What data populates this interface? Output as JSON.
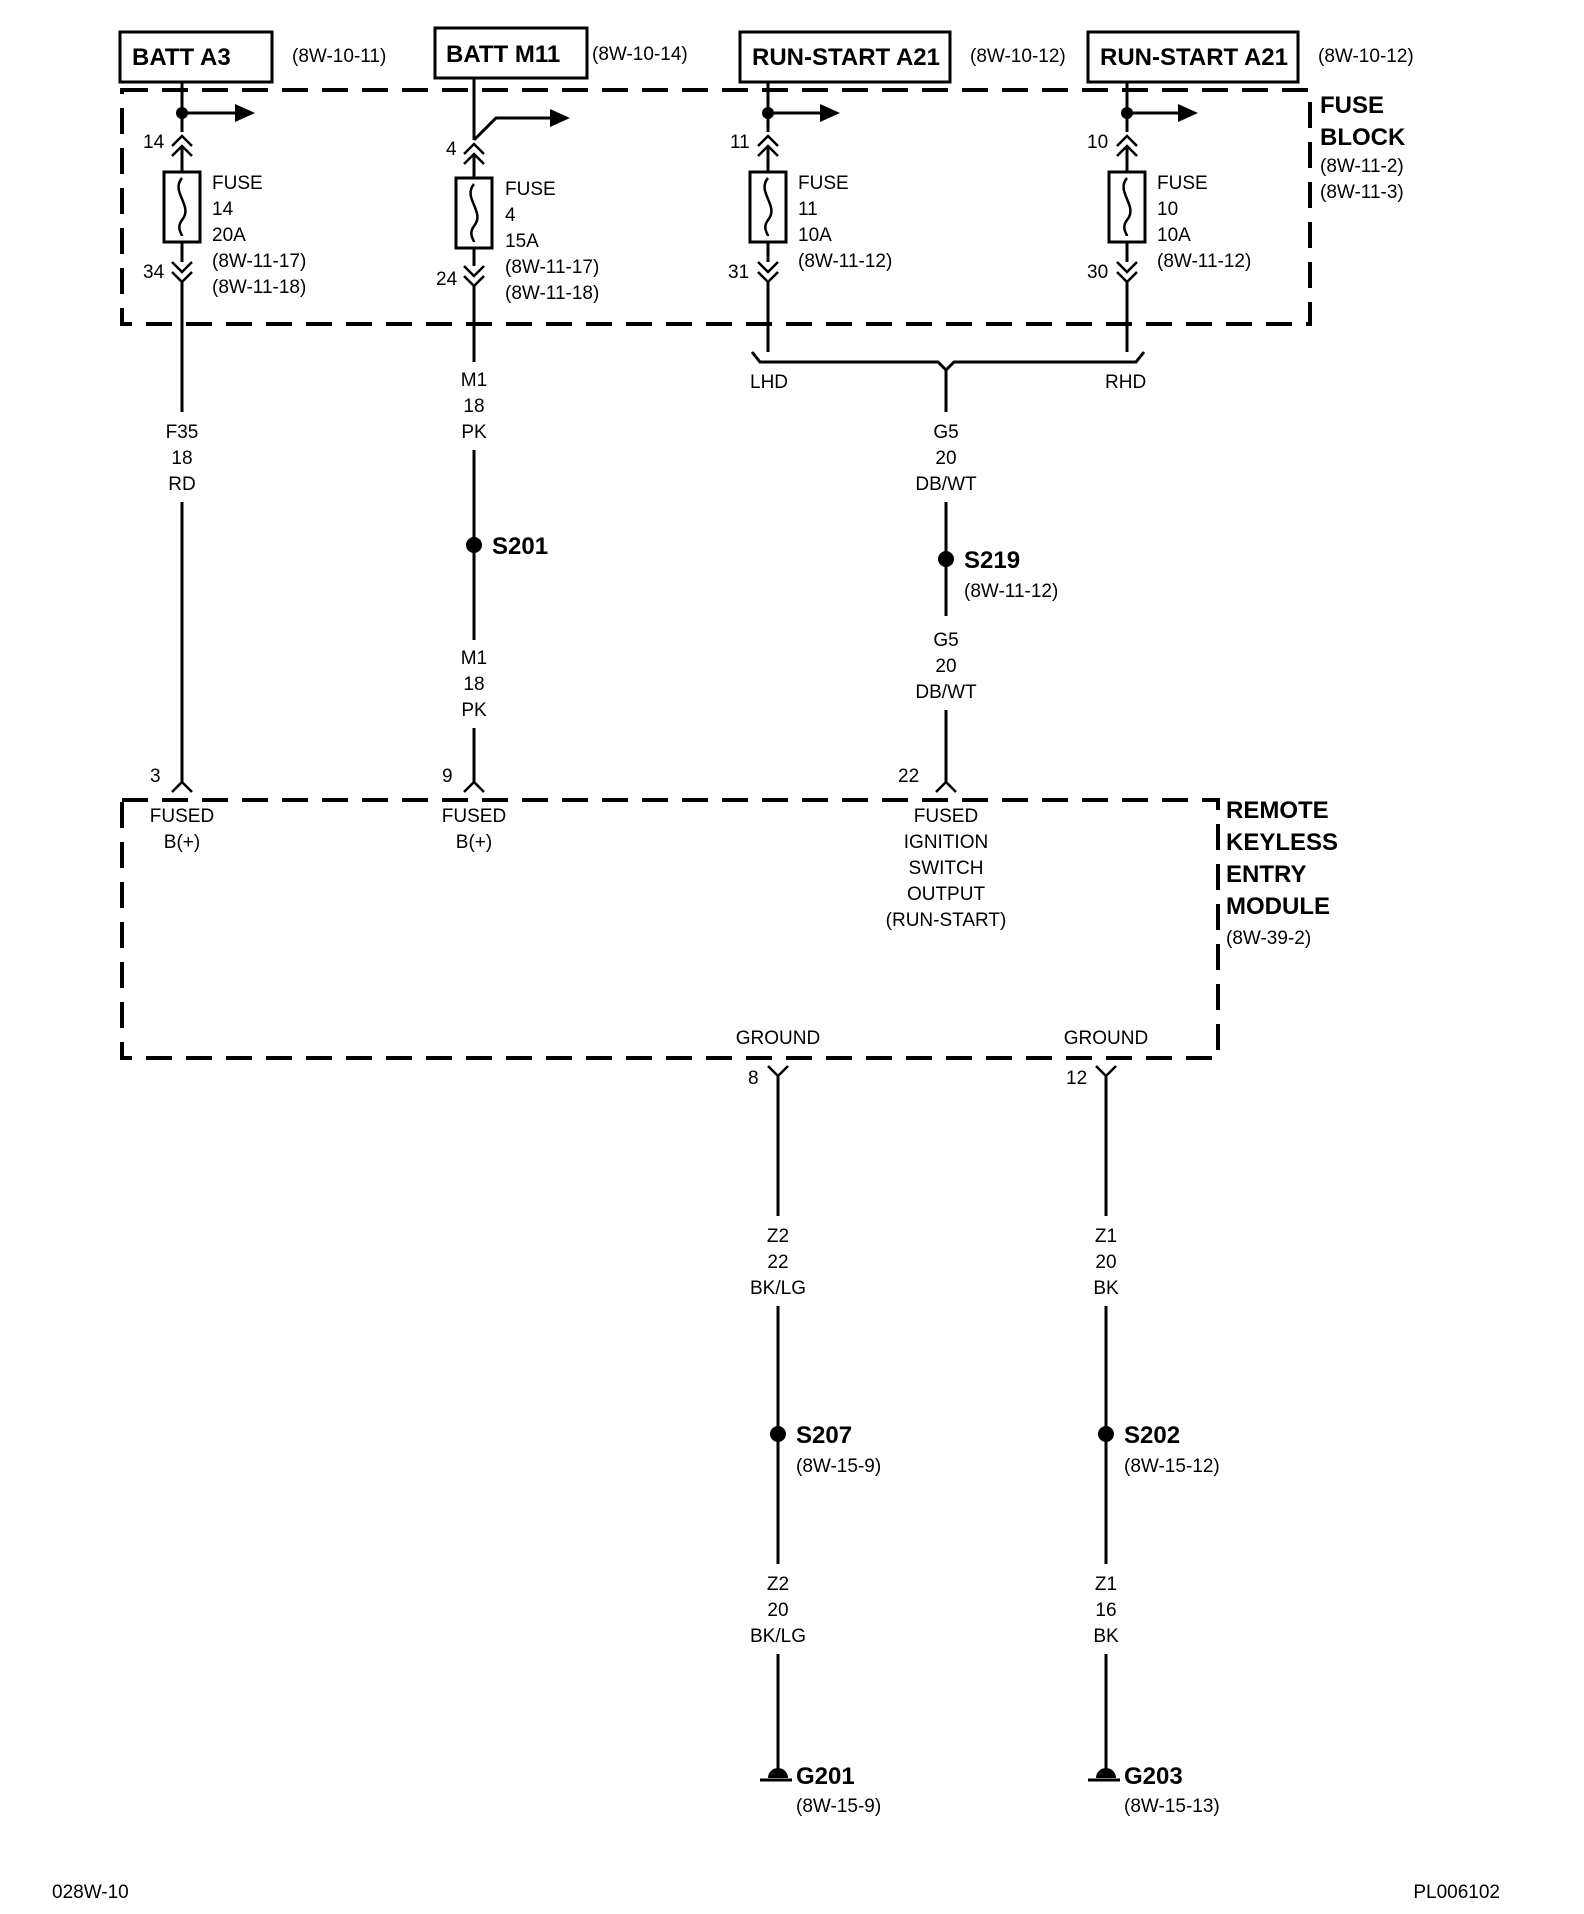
{
  "sources": [
    {
      "label": "BATT A3",
      "ref": "(8W-10-11)"
    },
    {
      "label": "BATT M11",
      "ref": "(8W-10-14)"
    },
    {
      "label": "RUN-START A21",
      "ref": "(8W-10-12)"
    },
    {
      "label": "RUN-START A21",
      "ref": "(8W-10-12)"
    }
  ],
  "fuse_block": {
    "title_line1": "FUSE",
    "title_line2": "BLOCK",
    "ref1": "(8W-11-2)",
    "ref2": "(8W-11-3)"
  },
  "fuses": [
    {
      "pin_in": "14",
      "pin_out": "34",
      "word": "FUSE",
      "number": "14",
      "rating": "20A",
      "refs": [
        "(8W-11-17)",
        "(8W-11-18)"
      ]
    },
    {
      "pin_in": "4",
      "pin_out": "24",
      "word": "FUSE",
      "number": "4",
      "rating": "15A",
      "refs": [
        "(8W-11-17)",
        "(8W-11-18)"
      ]
    },
    {
      "pin_in": "11",
      "pin_out": "31",
      "word": "FUSE",
      "number": "11",
      "rating": "10A",
      "refs": [
        "(8W-11-12)"
      ]
    },
    {
      "pin_in": "10",
      "pin_out": "30",
      "word": "FUSE",
      "number": "10",
      "rating": "10A",
      "refs": [
        "(8W-11-12)"
      ]
    }
  ],
  "options": {
    "lhd": "LHD",
    "rhd": "RHD"
  },
  "wires": {
    "f35": [
      "F35",
      "18",
      "RD"
    ],
    "m1_upper": [
      "M1",
      "18",
      "PK"
    ],
    "m1_lower": [
      "M1",
      "18",
      "PK"
    ],
    "g5_upper": [
      "G5",
      "20",
      "DB/WT"
    ],
    "g5_lower": [
      "G5",
      "20",
      "DB/WT"
    ],
    "z2_upper": [
      "Z2",
      "22",
      "BK/LG"
    ],
    "z2_lower": [
      "Z2",
      "20",
      "BK/LG"
    ],
    "z1_upper": [
      "Z1",
      "20",
      "BK"
    ],
    "z1_lower": [
      "Z1",
      "16",
      "BK"
    ]
  },
  "splices": {
    "s201": {
      "label": "S201",
      "ref": ""
    },
    "s219": {
      "label": "S219",
      "ref": "(8W-11-12)"
    },
    "s207": {
      "label": "S207",
      "ref": "(8W-15-9)"
    },
    "s202": {
      "label": "S202",
      "ref": "(8W-15-12)"
    }
  },
  "grounds": {
    "g201": {
      "label": "G201",
      "ref": "(8W-15-9)"
    },
    "g203": {
      "label": "G203",
      "ref": "(8W-15-13)"
    }
  },
  "module": {
    "title_lines": [
      "REMOTE",
      "KEYLESS",
      "ENTRY",
      "MODULE"
    ],
    "ref": "(8W-39-2)",
    "pins": {
      "p3": {
        "num": "3",
        "lines": [
          "FUSED",
          "B(+)"
        ]
      },
      "p9": {
        "num": "9",
        "lines": [
          "FUSED",
          "B(+)"
        ]
      },
      "p22": {
        "num": "22",
        "lines": [
          "FUSED",
          "IGNITION",
          "SWITCH",
          "OUTPUT",
          "(RUN-START)"
        ]
      },
      "p8": {
        "num": "8",
        "lines": [
          "GROUND"
        ]
      },
      "p12": {
        "num": "12",
        "lines": [
          "GROUND"
        ]
      }
    }
  },
  "footer": {
    "left": "028W-10",
    "right": "PL006102"
  }
}
